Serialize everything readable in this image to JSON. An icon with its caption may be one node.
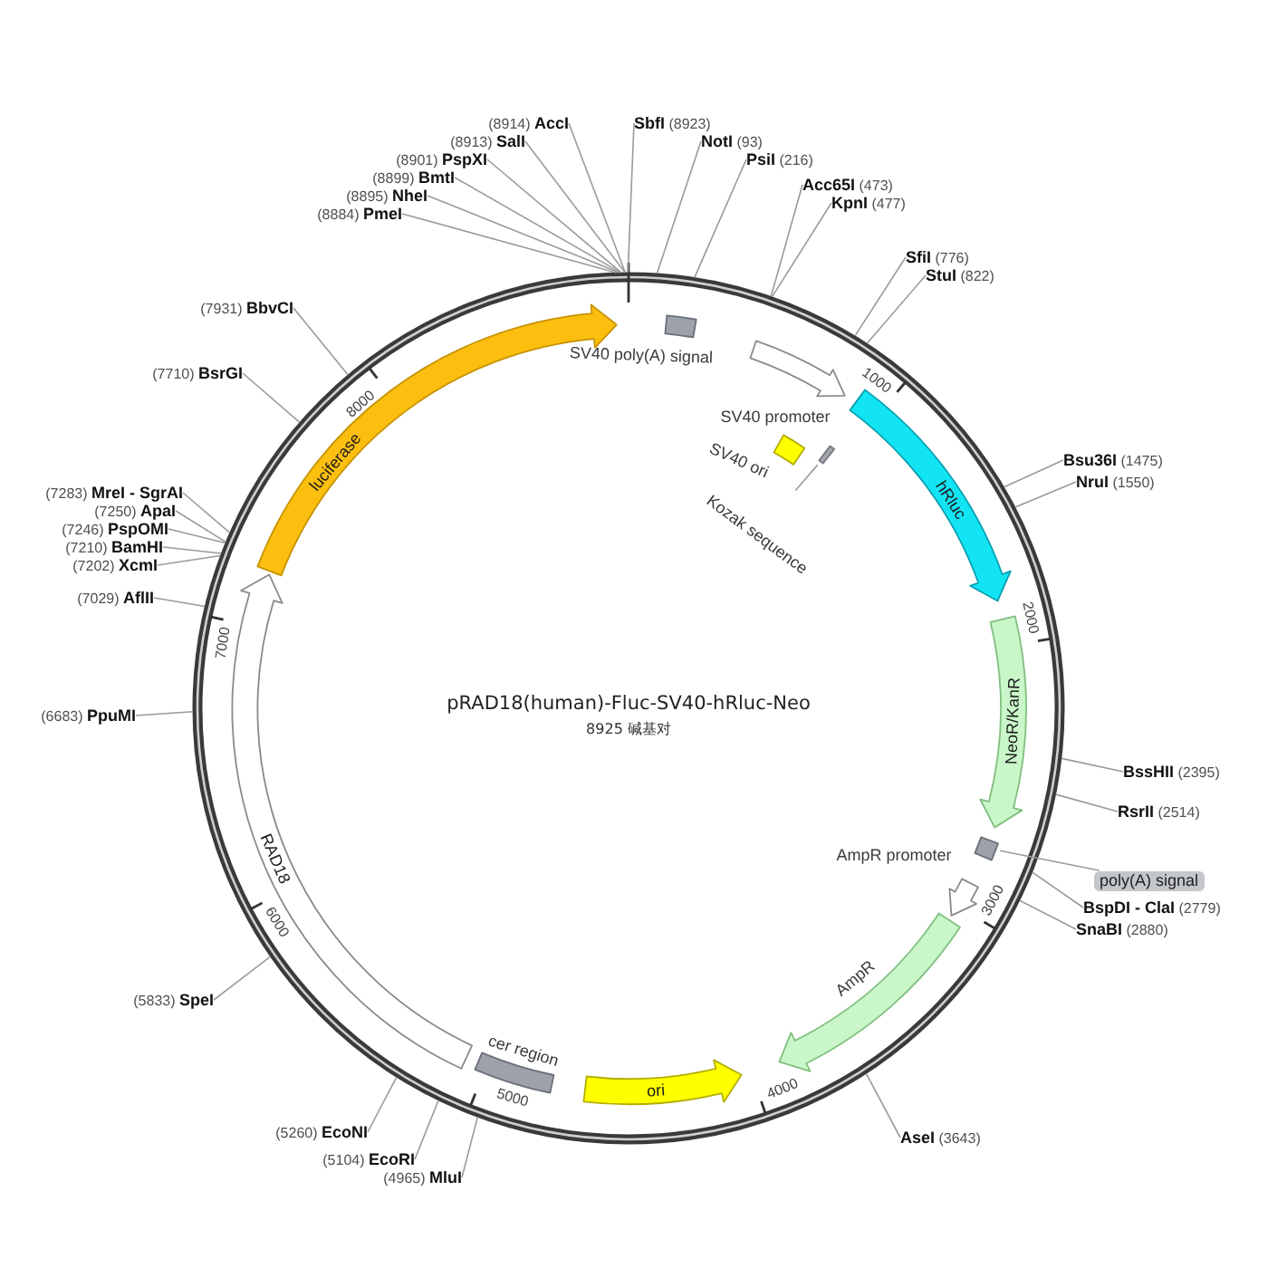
{
  "diagram": {
    "title": "pRAD18(human)-Fluc-SV40-hRluc-Neo",
    "nodes": [
      {
        "text": [
          "(8914) **AccI**"
        ]
      },
      {
        "text": [
          "**SbfI** (8923)"
        ]
      },
      {
        "text": [
          "(8913) **SalI**"
        ]
      },
      {
        "text": [
          "**NotI** (93)"
        ]
      },
      {
        "text": [
          "(8901) **PspXI**"
        ]
      },
      {
        "text": [
          "**PsiI** (216)"
        ]
      },
      {
        "text": [
          "(8899) **BmtI**"
        ]
      },
      {
        "text": [
          "**Acc65I** (473)"
        ]
      },
      {
        "text": [
          "(8895) **NheI**"
        ]
      },
      {
        "text": [
          "**KpnI** (477)"
        ]
      },
      {
        "text": [
          "(8884) **PmeI**"
        ]
      },
      {
        "text": [
          "**SfiI** (776)"
        ]
      },
      {
        "text": [
          "**StuI** (822)"
        ]
      },
      {
        "text": [
          "(7931) **BbvCI**"
        ]
      },
      {
        "text": [
          "(7710) **BsrGI**"
        ]
      },
      {
        "text": [
          "**Bsu36I** (1475)"
        ]
      },
      {
        "text": [
          "**NruI** (1550)"
        ]
      },
      {
        "text": [
          "(7283) **MreI - SgrAI**"
        ]
      },
      {
        "text": [
          "(7250) **ApaI**"
        ]
      },
      {
        "text": [
          "(7246) **PspOMI**"
        ]
      },
      {
        "text": [
          "(7210) **BamHI**"
        ]
      },
      {
        "text": [
          "(7202) **XcmI**"
        ]
      },
      {
        "text": [
          "(7029) **AflII**"
        ]
      },
      {
        "text": [
          "(6683) **PpuMI**"
        ]
      },
      {
        "text": [
          "**BssHII** (2395)"
        ]
      },
      {
        "text": [
          "**RsrII** (2514)"
        ]
      },
      {
        "text": [
          "**BspDI - ClaI** (2779)"
        ]
      },
      {
        "text": [
          "**SnaBI** (2880)"
        ]
      },
      {
        "text": [
          "(5833) **SpeI**"
        ]
      },
      {
        "text": [
          "(5260) **EcoNI**"
        ]
      },
      {
        "text": [
          "(5104) **EcoRI**"
        ]
      },
      {
        "text": [
          "(4965) **MluI**"
        ]
      },
      {
        "text": [
          "**AseI** (3643)"
        ]
      },
      {
        "text": [
          "luciferase"
        ]
      },
      {
        "text": [
          "SV40 poly(A) signal"
        ]
      },
      {
        "text": [
          "SV40 promoter"
        ]
      },
      {
        "text": [
          "SV40 ori"
        ]
      },
      {
        "text": [
          "Kozak sequence"
        ]
      },
      {
        "text": [],
        "shape": "bar"
      },
      {
        "text": [
          "hRluc"
        ]
      },
      {
        "text": [
          "NeoR/KanR"
        ]
      },
      {
        "text": [],
        "shape": "box"
      },
      {
        "text": [
          "poly(A) signal"
        ]
      },
      {
        "text": [
          "AmpR promoter"
        ]
      },
      {
        "text": [
          "AmpR"
        ]
      },
      {
        "text": [
          "ori"
        ]
      },
      {
        "text": [
          "cer region"
        ]
      },
      {
        "text": [
          "RAD18"
        ]
      }
    ],
    "edges": [
      {
        "from": 0,
        "to": null,
        "arrow": "none"
      },
      {
        "from": 1,
        "to": null,
        "arrow": "none"
      },
      {
        "from": 2,
        "to": null,
        "arrow": "none"
      },
      {
        "from": 3,
        "to": null,
        "arrow": "none"
      },
      {
        "from": 4,
        "to": null,
        "arrow": "none"
      },
      {
        "from": 5,
        "to": null,
        "arrow": "none"
      },
      {
        "from": 6,
        "to": null,
        "arrow": "none"
      },
      {
        "from": 7,
        "to": null,
        "arrow": "none"
      },
      {
        "from": 8,
        "to": null,
        "arrow": "none"
      },
      {
        "from": 9,
        "to": null,
        "arrow": "none"
      },
      {
        "from": 10,
        "to": null,
        "arrow": "none"
      },
      {
        "from": 11,
        "to": null,
        "arrow": "none"
      },
      {
        "from": 12,
        "to": null,
        "arrow": "none"
      },
      {
        "from": 13,
        "to": null,
        "arrow": "none"
      },
      {
        "from": 14,
        "to": null,
        "arrow": "none"
      },
      {
        "from": 15,
        "to": null,
        "arrow": "none"
      },
      {
        "from": 16,
        "to": null,
        "arrow": "none"
      },
      {
        "from": 17,
        "to": null,
        "arrow": "none"
      },
      {
        "from": 18,
        "to": null,
        "arrow": "none"
      },
      {
        "from": 19,
        "to": null,
        "arrow": "none"
      },
      {
        "from": 20,
        "to": null,
        "arrow": "none"
      },
      {
        "from": 21,
        "to": null,
        "arrow": "none"
      },
      {
        "from": 22,
        "to": null,
        "arrow": "none"
      },
      {
        "from": 23,
        "to": null,
        "arrow": "none"
      },
      {
        "from": 24,
        "to": null,
        "arrow": "none"
      },
      {
        "from": 25,
        "to": null,
        "arrow": "none"
      },
      {
        "from": 26,
        "to": null,
        "arrow": "none"
      },
      {
        "from": 27,
        "to": null,
        "arrow": "none"
      },
      {
        "from": 28,
        "to": null,
        "arrow": "none"
      },
      {
        "from": 29,
        "to": null,
        "arrow": "none"
      },
      {
        "from": 30,
        "to": null,
        "arrow": "none"
      },
      {
        "from": 31,
        "to": null,
        "arrow": "none"
      },
      {
        "from": 32,
        "to": null,
        "arrow": "none"
      },
      {
        "from": 37,
        "to": 38,
        "arrow": "none"
      },
      {
        "from": 42,
        "to": 41,
        "arrow": "none"
      }
    ],
    "labels": [
      "1000",
      "2000",
      "3000",
      "4000",
      "5000",
      "6000",
      "7000",
      "8000",
      "8925 碱基对"
    ]
  }
}
